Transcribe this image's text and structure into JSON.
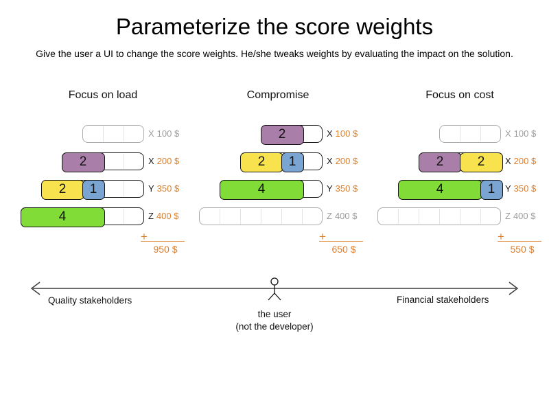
{
  "title": "Parameterize the score weights",
  "subtitle": "Give the user a UI to change the score weights. He/she tweaks weights by evaluating the impact on the solution.",
  "colors": {
    "purple": "#a97fa9",
    "yellow": "#f8e34e",
    "blue": "#7aa5d3",
    "green": "#82dc38",
    "orange": "#dd7e2b",
    "gray": "#9c9c9c"
  },
  "columns": [
    {
      "title": "Focus on load",
      "plus": "+",
      "total": "950 $",
      "rows": [
        {
          "letter": "X",
          "cost": "100 $",
          "segments": 3,
          "active": false,
          "blocks": []
        },
        {
          "letter": "X",
          "cost": "200 $",
          "segments": 4,
          "active": true,
          "blocks": [
            {
              "value": "2",
              "color": "purple",
              "span": 2
            }
          ]
        },
        {
          "letter": "Y",
          "cost": "350 $",
          "segments": 5,
          "active": true,
          "blocks": [
            {
              "value": "2",
              "color": "yellow",
              "span": 2
            },
            {
              "value": "1",
              "color": "blue",
              "span": 1
            }
          ]
        },
        {
          "letter": "Z",
          "cost": "400 $",
          "segments": 6,
          "active": true,
          "blocks": [
            {
              "value": "4",
              "color": "green",
              "span": 4
            }
          ]
        }
      ]
    },
    {
      "title": "Compromise",
      "plus": "+",
      "total": "650 $",
      "rows": [
        {
          "letter": "X",
          "cost": "100 $",
          "segments": 3,
          "active": true,
          "blocks": [
            {
              "value": "2",
              "color": "purple",
              "span": 2
            }
          ]
        },
        {
          "letter": "X",
          "cost": "200 $",
          "segments": 4,
          "active": true,
          "blocks": [
            {
              "value": "2",
              "color": "yellow",
              "span": 2
            },
            {
              "value": "1",
              "color": "blue",
              "span": 1
            }
          ]
        },
        {
          "letter": "Y",
          "cost": "350 $",
          "segments": 5,
          "active": true,
          "blocks": [
            {
              "value": "4",
              "color": "green",
              "span": 4
            }
          ]
        },
        {
          "letter": "Z",
          "cost": "400 $",
          "segments": 6,
          "active": false,
          "blocks": []
        }
      ]
    },
    {
      "title": "Focus on cost",
      "plus": "+",
      "total": "550 $",
      "rows": [
        {
          "letter": "X",
          "cost": "100 $",
          "segments": 3,
          "active": false,
          "blocks": []
        },
        {
          "letter": "X",
          "cost": "200 $",
          "segments": 4,
          "active": true,
          "blocks": [
            {
              "value": "2",
              "color": "purple",
              "span": 2
            },
            {
              "value": "2",
              "color": "yellow",
              "span": 2
            }
          ]
        },
        {
          "letter": "Y",
          "cost": "350 $",
          "segments": 5,
          "active": true,
          "blocks": [
            {
              "value": "4",
              "color": "green",
              "span": 4
            },
            {
              "value": "1",
              "color": "blue",
              "span": 1
            }
          ]
        },
        {
          "letter": "Z",
          "cost": "400 $",
          "segments": 6,
          "active": false,
          "blocks": []
        }
      ]
    }
  ],
  "axis": {
    "left_label": "Quality stakeholders",
    "right_label": "Financial stakeholders",
    "center_label_line1": "the user",
    "center_label_line2": "(not the developer)"
  }
}
